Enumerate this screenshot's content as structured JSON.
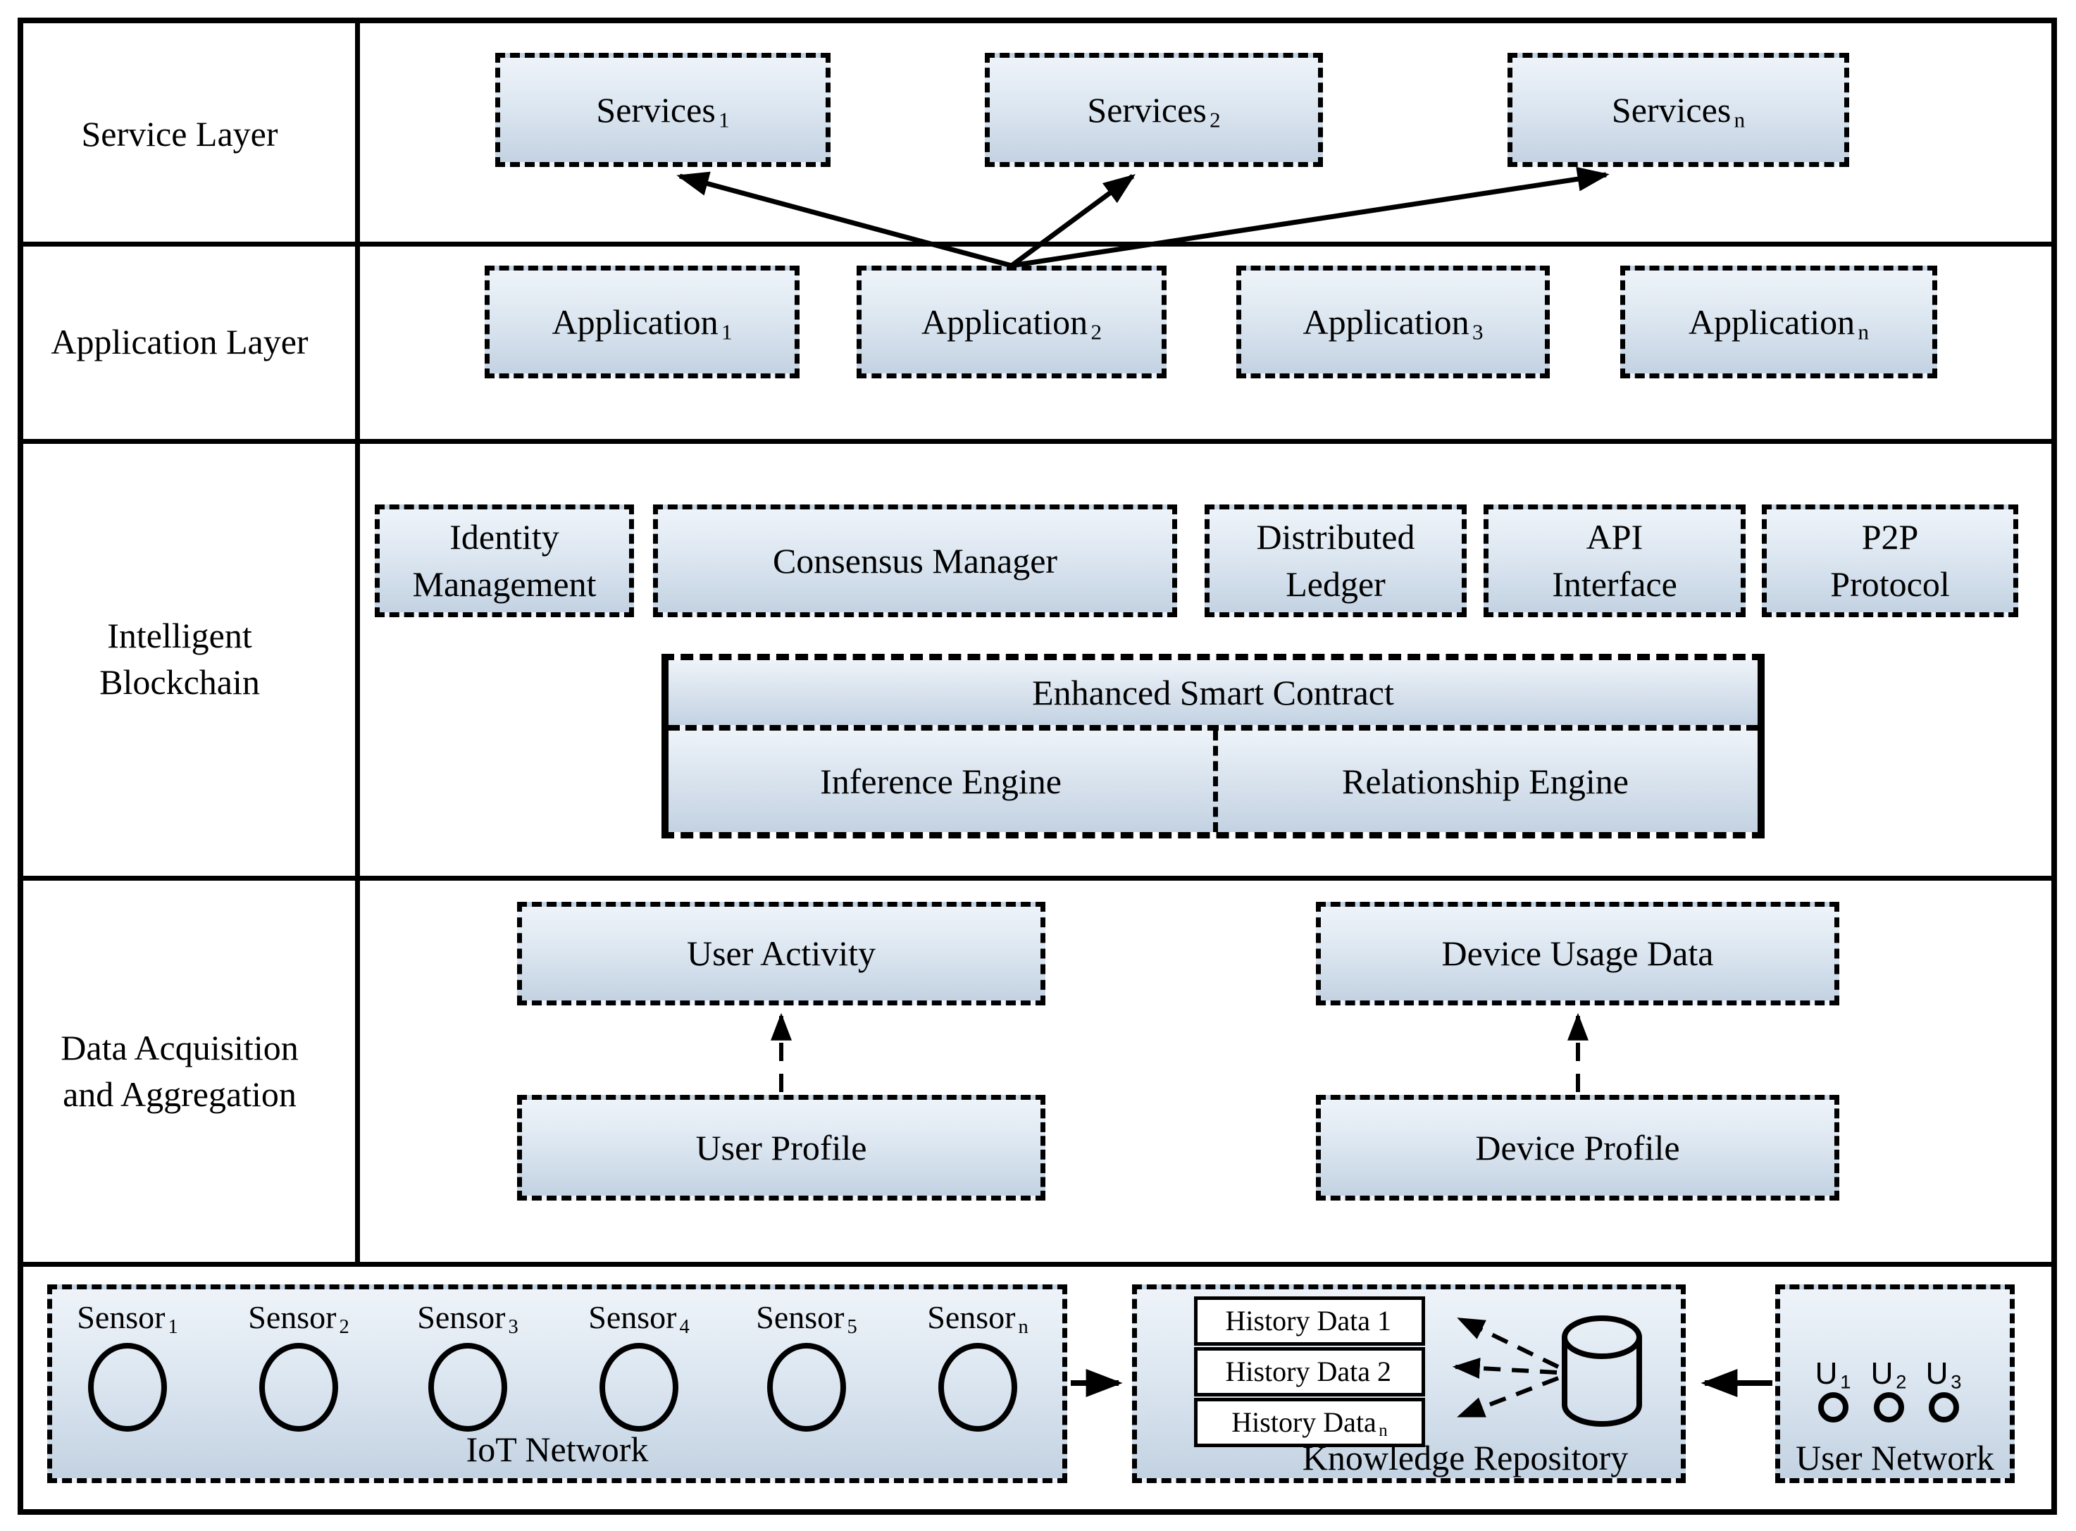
{
  "colors": {
    "box_gradient_top": "#eef3f9",
    "box_gradient_bottom": "#c3d2e2",
    "line": "#000000",
    "history_box_bg": "#ffffff"
  },
  "icons": {
    "database": "database-cylinder-icon",
    "sensor": "sensor-circle-icon",
    "user_node": "user-node-circle-icon"
  },
  "rows": {
    "service": {
      "label": "Service Layer"
    },
    "application": {
      "label": "Application Layer"
    },
    "blockchain": {
      "label": "Intelligent Blockchain"
    },
    "data_acq": {
      "label": "Data Acquisition and Aggregation"
    }
  },
  "service_boxes": [
    {
      "label": "Services",
      "sub": "1"
    },
    {
      "label": "Services",
      "sub": "2"
    },
    {
      "label": "Services",
      "sub": "n"
    }
  ],
  "application_boxes": [
    {
      "label": "Application",
      "sub": "1"
    },
    {
      "label": "Application",
      "sub": "2"
    },
    {
      "label": "Application",
      "sub": "3"
    },
    {
      "label": "Application",
      "sub": "n"
    }
  ],
  "blockchain_boxes": [
    {
      "label": "Identity Management"
    },
    {
      "label": "Consensus Manager"
    },
    {
      "label": "Distributed Ledger"
    },
    {
      "label": "API Interface"
    },
    {
      "label": "P2P Protocol"
    }
  ],
  "smart_contract": {
    "label": "Enhanced Smart Contract"
  },
  "engines": [
    {
      "label": "Inference Engine"
    },
    {
      "label": "Relationship Engine"
    }
  ],
  "data_boxes": {
    "user_activity": "User Activity",
    "user_profile": "User Profile",
    "device_usage": "Device Usage Data",
    "device_profile": "Device Profile"
  },
  "iot": {
    "label": "IoT Network",
    "sensors": [
      {
        "label": "Sensor",
        "sub": "1"
      },
      {
        "label": "Sensor",
        "sub": "2"
      },
      {
        "label": "Sensor",
        "sub": "3"
      },
      {
        "label": "Sensor",
        "sub": "4"
      },
      {
        "label": "Sensor",
        "sub": "5"
      },
      {
        "label": "Sensor",
        "sub": "n"
      }
    ]
  },
  "repository": {
    "label": "Knowledge Repository",
    "history": [
      {
        "label": "History Data 1",
        "sub": ""
      },
      {
        "label": "History Data 2",
        "sub": ""
      },
      {
        "label": "History Data",
        "sub": "n"
      }
    ]
  },
  "user_network": {
    "label": "User Network",
    "users": [
      {
        "label": "U",
        "sub": "1"
      },
      {
        "label": "U",
        "sub": "2"
      },
      {
        "label": "U",
        "sub": "3"
      }
    ]
  }
}
